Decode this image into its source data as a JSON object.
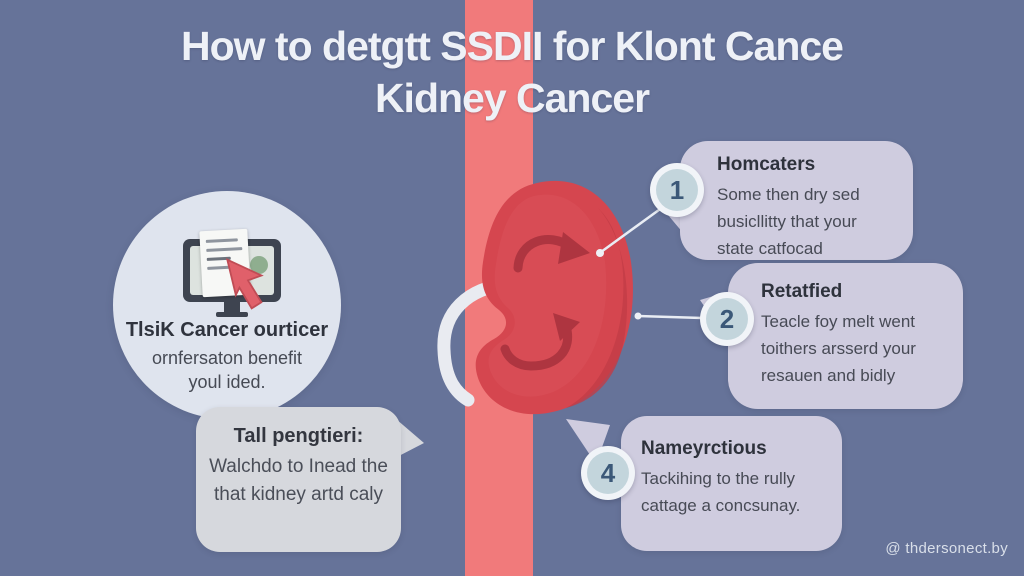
{
  "title": {
    "line1": "How to detgtt SSDII for Klont Cance",
    "line2": "Kidney Cancer"
  },
  "left_bubble": {
    "heading": "TlsiK Cancer ourticer",
    "line1": "ornfersaton benefit",
    "line2": "youl ided.",
    "icon": "monitor-document-cursor-icon"
  },
  "bottom_left_bubble": {
    "heading": "Tall pengtieri:",
    "line1": "Walchdo to Inead the",
    "line2": "that kidney artd caly"
  },
  "callouts": [
    {
      "number": "1",
      "heading": "Homcaters",
      "lines": [
        "Some then dry sed",
        "busicllitty that your",
        "state catfocad"
      ]
    },
    {
      "number": "2",
      "heading": "Retatfied",
      "lines": [
        "Teacle foy melt went",
        "toithers arsserd your",
        "resauen and bidly"
      ]
    },
    {
      "number": "4",
      "heading": "Nameyrctious",
      "lines": [
        "Tackihing to the rully",
        "cattage a concsunay."
      ]
    }
  ],
  "watermark": "@ thdersonect.by",
  "illustration": {
    "subject": "kidney-illustration",
    "elements": [
      "kidney-body",
      "circulation-arrows",
      "ureter-tube",
      "leader-line-1",
      "leader-line-2"
    ]
  },
  "colors": {
    "background": "#667399",
    "stripe": "#f17a7b",
    "kidney_main": "#d5464f",
    "kidney_dark": "#c23c46",
    "kidney_arrow": "#ae3540",
    "bubble_lavender": "#cfccdf",
    "bubble_light": "#dfe4ee",
    "bubble_gray": "#d6d8dd",
    "badge_ring": "#f1f4f8",
    "badge_fill": "#c3d5dc",
    "badge_number": "#3b5878",
    "title_text": "#eef1f7"
  }
}
